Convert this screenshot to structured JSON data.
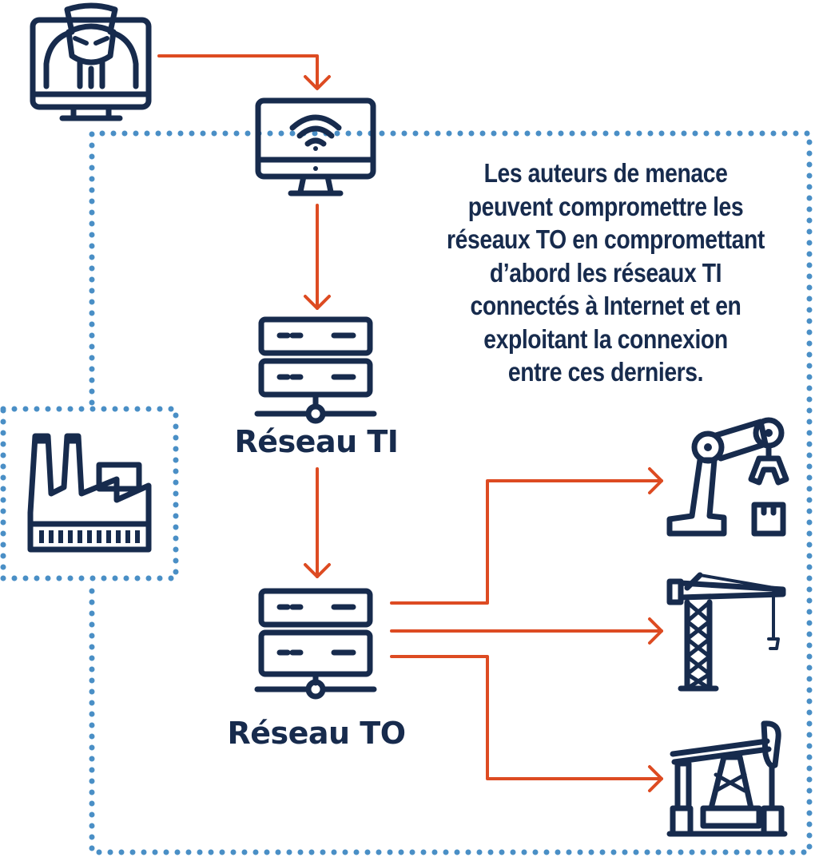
{
  "caption": {
    "lines": [
      "Les auteurs de menace",
      "peuvent compromettre les",
      "réseaux TO en compromettant",
      "d’abord les réseaux TI",
      "connectés à Internet et en",
      "exploitant la connexion",
      "entre ces derniers."
    ]
  },
  "labels": {
    "it_network": "Réseau TI",
    "ot_network": "Réseau TO"
  },
  "icons": {
    "hacker": "hacker-monitor-icon",
    "wifi_monitor": "wifi-monitor-icon",
    "it_server": "server-network-icon",
    "ot_server": "server-network-icon",
    "factory": "factory-icon",
    "robot_arm": "robotic-arm-icon",
    "crane": "tower-crane-icon",
    "pumpjack": "oil-pumpjack-icon"
  },
  "colors": {
    "icon": "#172b4d",
    "arrow": "#dd4b22",
    "border_dots": "#4a8fc6",
    "caption_text": "#172b4d"
  }
}
